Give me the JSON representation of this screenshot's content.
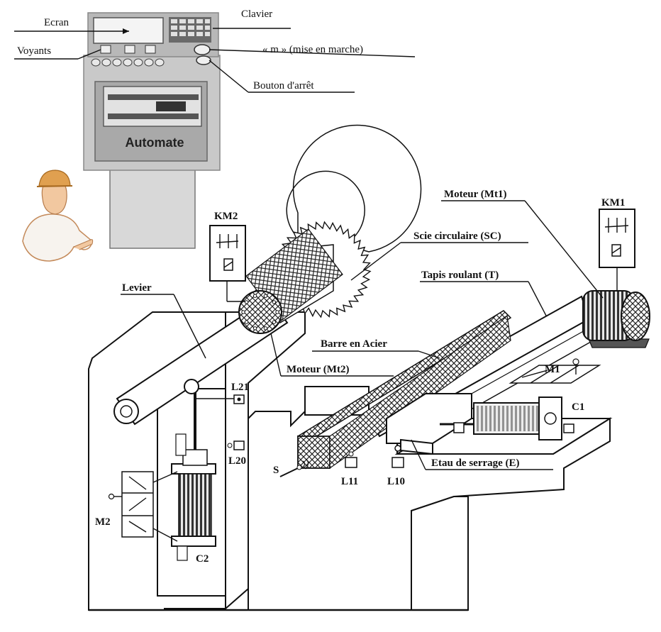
{
  "labels": {
    "ecran": "Ecran",
    "clavier": "Clavier",
    "voyants": "Voyants",
    "mise_en_marche": "« m » (mise en marche)",
    "bouton_arret": "Bouton d'arrêt",
    "automate": "Automate",
    "km2": "KM2",
    "km1": "KM1",
    "moteur_mt1": "Moteur (Mt1)",
    "scie_circulaire": "Scie circulaire (SC)",
    "tapis_roulant": "Tapis roulant (T)",
    "levier": "Levier",
    "barre_acier": "Barre en Acier",
    "moteur_mt2": "Moteur (Mt2)",
    "l21": "L21",
    "l20": "L20",
    "m1": "M1",
    "c1": "C1",
    "s": "S",
    "l11": "L11",
    "l10": "L10",
    "etau": "Etau de serrage (E)",
    "m2": "M2",
    "c2": "C2"
  },
  "colors": {
    "plc_body": "#c9c9c9",
    "plc_dark": "#9a9a9a",
    "metal": "#e6e6e6",
    "motor_dark": "#3a3a3a",
    "skin": "#f2c8a0",
    "helmet": "#e0a050"
  }
}
